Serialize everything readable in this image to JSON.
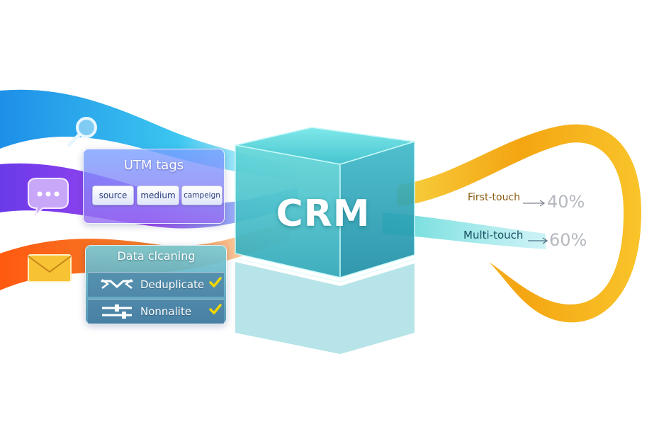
{
  "utm": {
    "title": "UTM tags",
    "tags": [
      "source",
      "medium",
      "campeign"
    ]
  },
  "cleaning": {
    "title": "Data clcaning",
    "steps": [
      {
        "label": "Deduplicate",
        "icon": "merge-arrows-icon",
        "done": true
      },
      {
        "label": "Nonnalite",
        "icon": "sliders-icon",
        "done": true
      }
    ]
  },
  "crm": {
    "label": "CRM"
  },
  "attribution": {
    "first_touch": {
      "label": "First-touch",
      "value": "40%"
    },
    "multi_touch": {
      "label": "Multi-touch",
      "value": "60%"
    }
  },
  "icons": {
    "search": "search-icon",
    "chat": "chat-bubble-icon",
    "email": "envelope-icon"
  },
  "colors": {
    "blue_stream": "#1aa3e8",
    "purple_stream": "#8a3cf0",
    "orange_stream": "#f06a18",
    "crm_cube": "#5fd6d6",
    "gold_loop": "#f5b515",
    "check": "#f2d600"
  }
}
